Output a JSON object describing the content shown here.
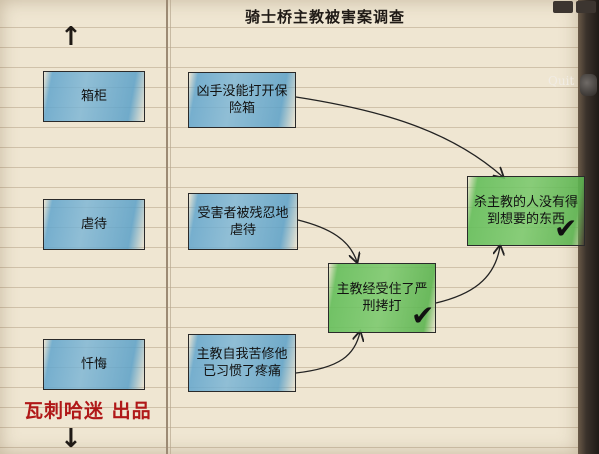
{
  "title": "骑士桥主教被害案调查",
  "quit_label": "Quit",
  "credit": "瓦刺哈迷 出品",
  "nav": {
    "up_glyph": "↑",
    "down_glyph": "↓"
  },
  "keywords": [
    "箱柜",
    "虐待",
    "忏悔"
  ],
  "clues": [
    "凶手没能打开保险箱",
    "受害者被残忍地虐待",
    "主教自我苦修他已习惯了疼痛"
  ],
  "deduction_middle": "主教经受住了严刑拷打",
  "deduction_final": "杀主教的人没有得到想要的东西",
  "check_glyph": "✔",
  "colors": {
    "clue_blue": "#61a5cd",
    "deduced_green": "#64be5a",
    "credit_red": "#b01818"
  }
}
